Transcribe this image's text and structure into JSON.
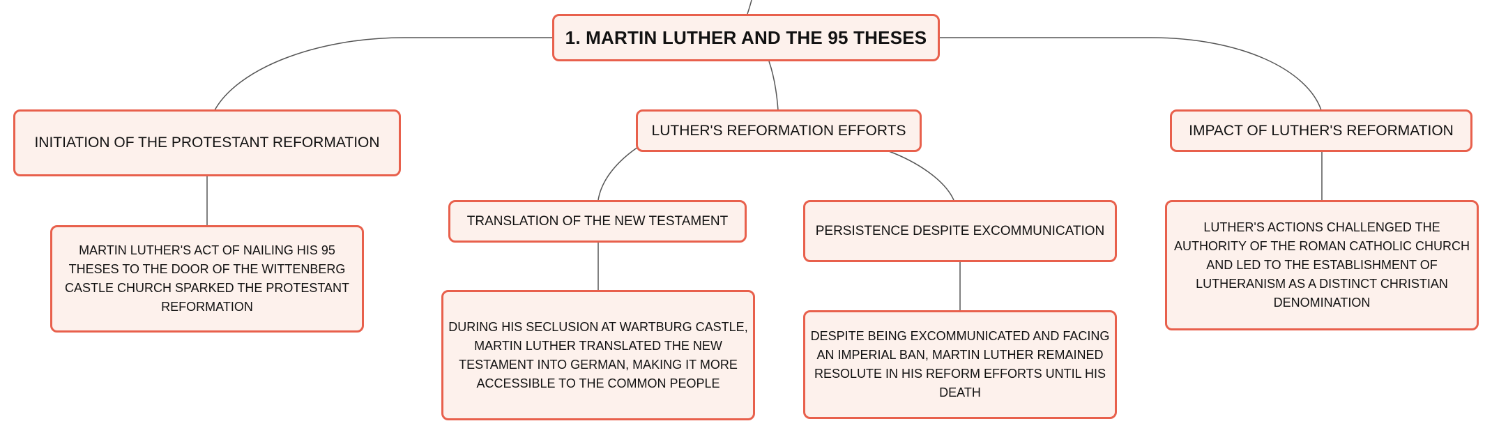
{
  "root": {
    "title": "1. MARTIN LUTHER AND THE 95 THESES"
  },
  "branches": {
    "initiation": {
      "title": "INITIATION OF THE PROTESTANT REFORMATION",
      "detail": "MARTIN LUTHER'S ACT OF NAILING HIS 95 THESES TO THE DOOR OF THE WITTENBERG CASTLE CHURCH SPARKED THE PROTESTANT REFORMATION"
    },
    "efforts": {
      "title": "LUTHER'S REFORMATION EFFORTS",
      "children": {
        "translation": {
          "title": "TRANSLATION OF THE NEW TESTAMENT",
          "detail": "DURING HIS SECLUSION AT WARTBURG CASTLE, MARTIN LUTHER TRANSLATED THE NEW TESTAMENT INTO GERMAN, MAKING IT MORE ACCESSIBLE TO THE COMMON PEOPLE"
        },
        "persistence": {
          "title": "PERSISTENCE DESPITE EXCOMMUNICATION",
          "detail": "DESPITE BEING EXCOMMUNICATED AND FACING AN IMPERIAL BAN, MARTIN LUTHER REMAINED RESOLUTE IN HIS REFORM EFFORTS UNTIL HIS DEATH"
        }
      }
    },
    "impact": {
      "title": "IMPACT OF LUTHER'S REFORMATION",
      "detail": "LUTHER'S ACTIONS CHALLENGED THE AUTHORITY OF THE ROMAN CATHOLIC CHURCH AND LED TO THE ESTABLISHMENT OF LUTHERANISM AS A DISTINCT CHRISTIAN DENOMINATION"
    }
  },
  "colors": {
    "node_fill": "#fdf1ec",
    "node_border": "#e8604c",
    "connector": "#555555"
  }
}
